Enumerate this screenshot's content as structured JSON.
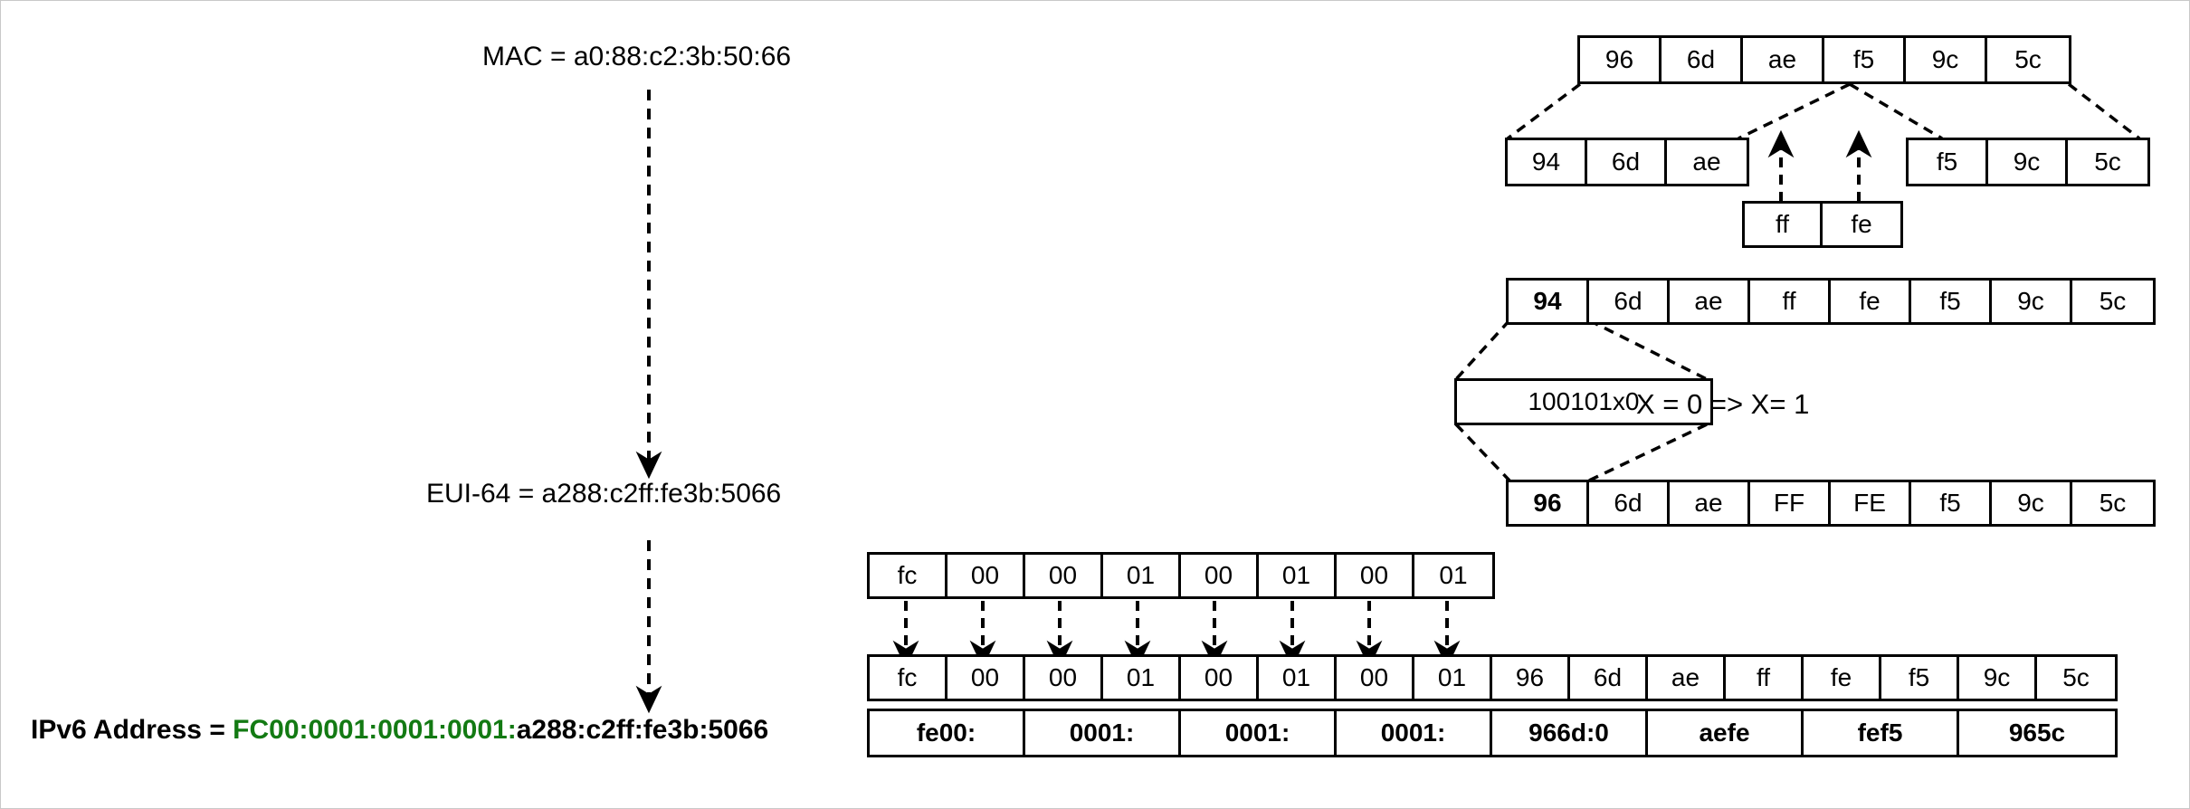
{
  "diagram": {
    "title_mac": "MAC = a0:88:c2:3b:50:66",
    "title_eui": "EUI-64 = a288:c2ff:fe3b:5066",
    "ipv6_prefix_label": "IPv6 Address = ",
    "ipv6_green": "FC00:0001:0001:0001:",
    "ipv6_black": "a288:c2ff:fe3b:5066",
    "bit_note": "X = 0 => X= 1",
    "binary_box": "100101x0"
  },
  "rows": {
    "mac_bytes": {
      "name": "mac-bytes-row",
      "cells": [
        {
          "v": "96",
          "bold": false
        },
        {
          "v": "6d",
          "bold": false
        },
        {
          "v": "ae",
          "bold": false
        },
        {
          "v": "f5",
          "bold": false
        },
        {
          "v": "9c",
          "bold": false
        },
        {
          "v": "5c",
          "bold": false
        }
      ]
    },
    "split_left": {
      "name": "mac-split-left-row",
      "cells": [
        {
          "v": "94",
          "bold": false
        },
        {
          "v": "6d",
          "bold": false
        },
        {
          "v": "ae",
          "bold": false
        }
      ]
    },
    "split_right": {
      "name": "mac-split-right-row",
      "cells": [
        {
          "v": "f5",
          "bold": false
        },
        {
          "v": "9c",
          "bold": false
        },
        {
          "v": "5c",
          "bold": false
        }
      ]
    },
    "fffe": {
      "name": "fffe-insert-row",
      "cells": [
        {
          "v": "ff",
          "bold": false
        },
        {
          "v": "fe",
          "bold": false
        }
      ]
    },
    "eui_pre": {
      "name": "eui64-prebitflip-row",
      "cells": [
        {
          "v": "94",
          "bold": true
        },
        {
          "v": "6d",
          "bold": false
        },
        {
          "v": "ae",
          "bold": false
        },
        {
          "v": "ff",
          "bold": false
        },
        {
          "v": "fe",
          "bold": false
        },
        {
          "v": "f5",
          "bold": false
        },
        {
          "v": "9c",
          "bold": false
        },
        {
          "v": "5c",
          "bold": false
        }
      ]
    },
    "eui_post": {
      "name": "eui64-postbitflip-row",
      "cells": [
        {
          "v": "96",
          "bold": true
        },
        {
          "v": "6d",
          "bold": false
        },
        {
          "v": "ae",
          "bold": false
        },
        {
          "v": "FF",
          "bold": false
        },
        {
          "v": "FE",
          "bold": false
        },
        {
          "v": "f5",
          "bold": false
        },
        {
          "v": "9c",
          "bold": false
        },
        {
          "v": "5c",
          "bold": false
        }
      ]
    },
    "prefix": {
      "name": "ipv6-prefix-row",
      "cells": [
        {
          "v": "fc",
          "bold": false
        },
        {
          "v": "00",
          "bold": false
        },
        {
          "v": "00",
          "bold": false
        },
        {
          "v": "01",
          "bold": false
        },
        {
          "v": "00",
          "bold": false
        },
        {
          "v": "01",
          "bold": false
        },
        {
          "v": "00",
          "bold": false
        },
        {
          "v": "01",
          "bold": false
        }
      ]
    },
    "full_address": {
      "name": "ipv6-full-bytes-row",
      "cells": [
        {
          "v": "fc",
          "bold": false
        },
        {
          "v": "00",
          "bold": false
        },
        {
          "v": "00",
          "bold": false
        },
        {
          "v": "01",
          "bold": false
        },
        {
          "v": "00",
          "bold": false
        },
        {
          "v": "01",
          "bold": false
        },
        {
          "v": "00",
          "bold": false
        },
        {
          "v": "01",
          "bold": false
        },
        {
          "v": "96",
          "bold": false
        },
        {
          "v": "6d",
          "bold": false
        },
        {
          "v": "ae",
          "bold": false
        },
        {
          "v": "ff",
          "bold": false
        },
        {
          "v": "fe",
          "bold": false
        },
        {
          "v": "f5",
          "bold": false
        },
        {
          "v": "9c",
          "bold": false
        },
        {
          "v": "5c",
          "bold": false
        }
      ]
    },
    "hextets": {
      "name": "ipv6-hextets-row",
      "cells": [
        {
          "v": "fe00:",
          "bold": true
        },
        {
          "v": "0001:",
          "bold": true
        },
        {
          "v": "0001:",
          "bold": true
        },
        {
          "v": "0001:",
          "bold": true
        },
        {
          "v": "966d:0",
          "bold": true
        },
        {
          "v": "aefe",
          "bold": true
        },
        {
          "v": "fef5",
          "bold": true
        },
        {
          "v": "965c",
          "bold": true
        }
      ]
    }
  }
}
